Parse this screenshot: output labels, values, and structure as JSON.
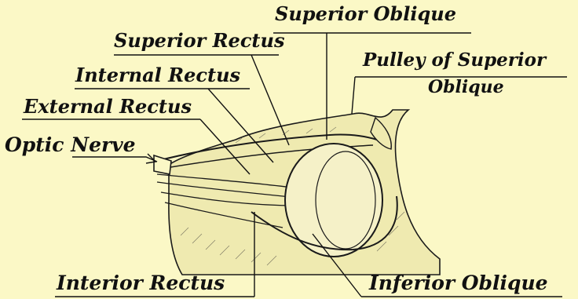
{
  "diagram": {
    "labels": {
      "superior_oblique": "Superior  Oblique",
      "superior_rectus": "Superior Rectus",
      "pulley_line1": "Pulley of Superior",
      "pulley_line2": "Oblique",
      "internal_rectus": "Internal Rectus",
      "external_rectus": "External Rectus",
      "optic_nerve": "Optic Nerve",
      "inferior_rectus": "Interior Rectus",
      "inferior_oblique": "Inferior Oblique"
    }
  }
}
